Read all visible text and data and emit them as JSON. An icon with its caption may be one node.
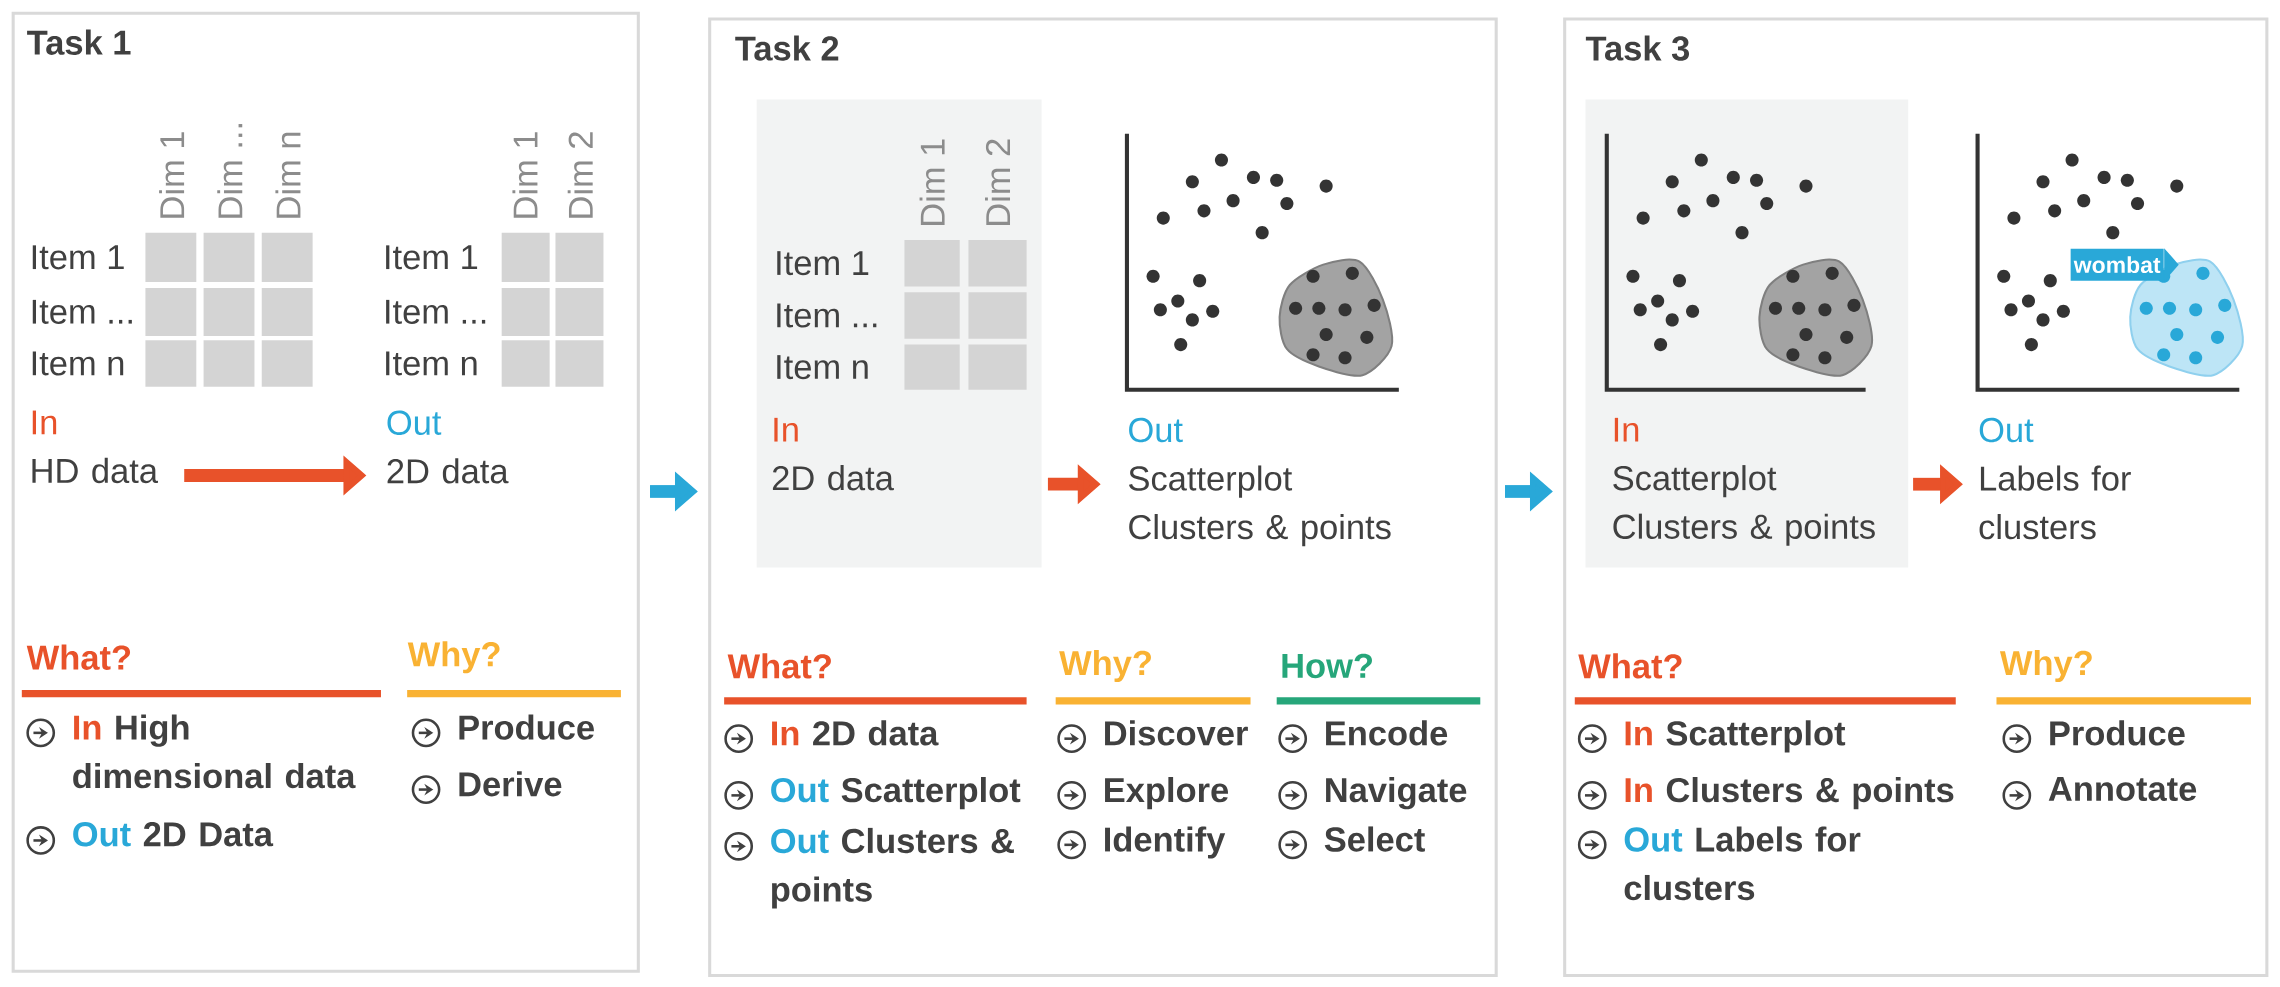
{
  "diagram": {
    "nodes": [
      {
        "text": [
          "Task 1"
        ]
      },
      {
        "text": [
          "Task 2"
        ]
      },
      {
        "text": [
          "Task 3"
        ]
      },
      {
        "text": [
          "In",
          "HD data"
        ],
        "in": 0
      },
      {
        "text": [
          "Out",
          "2D data"
        ],
        "in": 0
      },
      {
        "text": [
          "In",
          "2D data"
        ],
        "in": 1
      },
      {
        "text": [
          "Out",
          "Scatterplot Clusters & points"
        ],
        "in": 1
      },
      {
        "text": [
          "In",
          "Scatterplot Clusters & points"
        ],
        "in": 2
      },
      {
        "text": [
          "Out",
          "Labels for clusters"
        ],
        "in": 2
      },
      {
        "text": [
          "wombat"
        ],
        "in": 2
      }
    ],
    "edges": [
      {
        "from": 3,
        "to": 4,
        "arrow": "to"
      },
      {
        "from": 0,
        "to": 1,
        "arrow": "to",
        "color": "#29a8d8"
      },
      {
        "from": 5,
        "to": 6,
        "arrow": "to"
      },
      {
        "from": 1,
        "to": 2,
        "arrow": "to",
        "color": "#29a8d8"
      },
      {
        "from": 7,
        "to": 8,
        "arrow": "to"
      }
    ],
    "labels": [
      "Dim 1",
      "Dim ...",
      "Dim n",
      "Item 1",
      "Item ...",
      "Item n",
      "Dim 1",
      "Dim 2",
      "Item 1",
      "Item ...",
      "Item n",
      "What?",
      "In",
      "High dimensional data",
      "Out",
      "2D Data",
      "Why?",
      "Produce",
      "Derive",
      "Dim 1",
      "Dim 2",
      "Item 1",
      "Item ...",
      "Item n",
      "What?",
      "In",
      "2D data",
      "Out",
      "Scatterplot",
      "Out",
      "Clusters & points",
      "Why?",
      "Discover",
      "Explore",
      "Identify",
      "How?",
      "Encode",
      "Navigate",
      "Select",
      "What?",
      "In",
      "Scatterplot",
      "In",
      "Clusters & points",
      "Out",
      "Labels for clusters",
      "Why?",
      "Produce",
      "Annotate"
    ]
  }
}
